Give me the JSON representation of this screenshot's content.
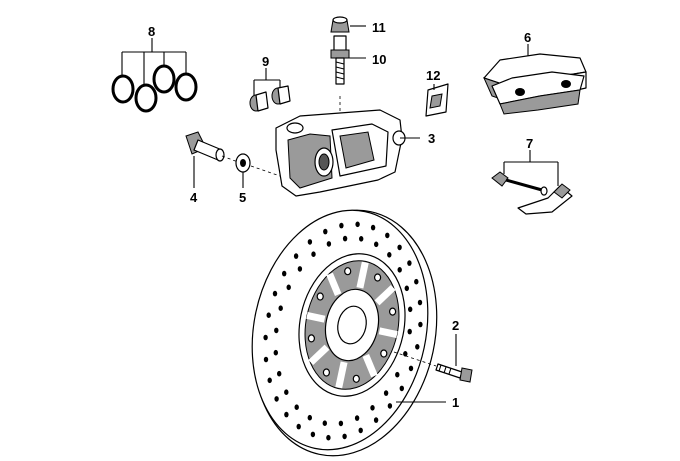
{
  "diagram": {
    "callouts": [
      {
        "id": "1",
        "label": "1"
      },
      {
        "id": "2",
        "label": "2"
      },
      {
        "id": "3",
        "label": "3"
      },
      {
        "id": "4",
        "label": "4"
      },
      {
        "id": "5",
        "label": "5"
      },
      {
        "id": "6",
        "label": "6"
      },
      {
        "id": "7",
        "label": "7"
      },
      {
        "id": "8",
        "label": "8"
      },
      {
        "id": "9",
        "label": "9"
      },
      {
        "id": "10",
        "label": "10"
      },
      {
        "id": "11",
        "label": "11"
      },
      {
        "id": "12",
        "label": "12"
      }
    ],
    "colors": {
      "line": "#000000",
      "shade": "#9a9a9a",
      "background": "#ffffff"
    }
  }
}
